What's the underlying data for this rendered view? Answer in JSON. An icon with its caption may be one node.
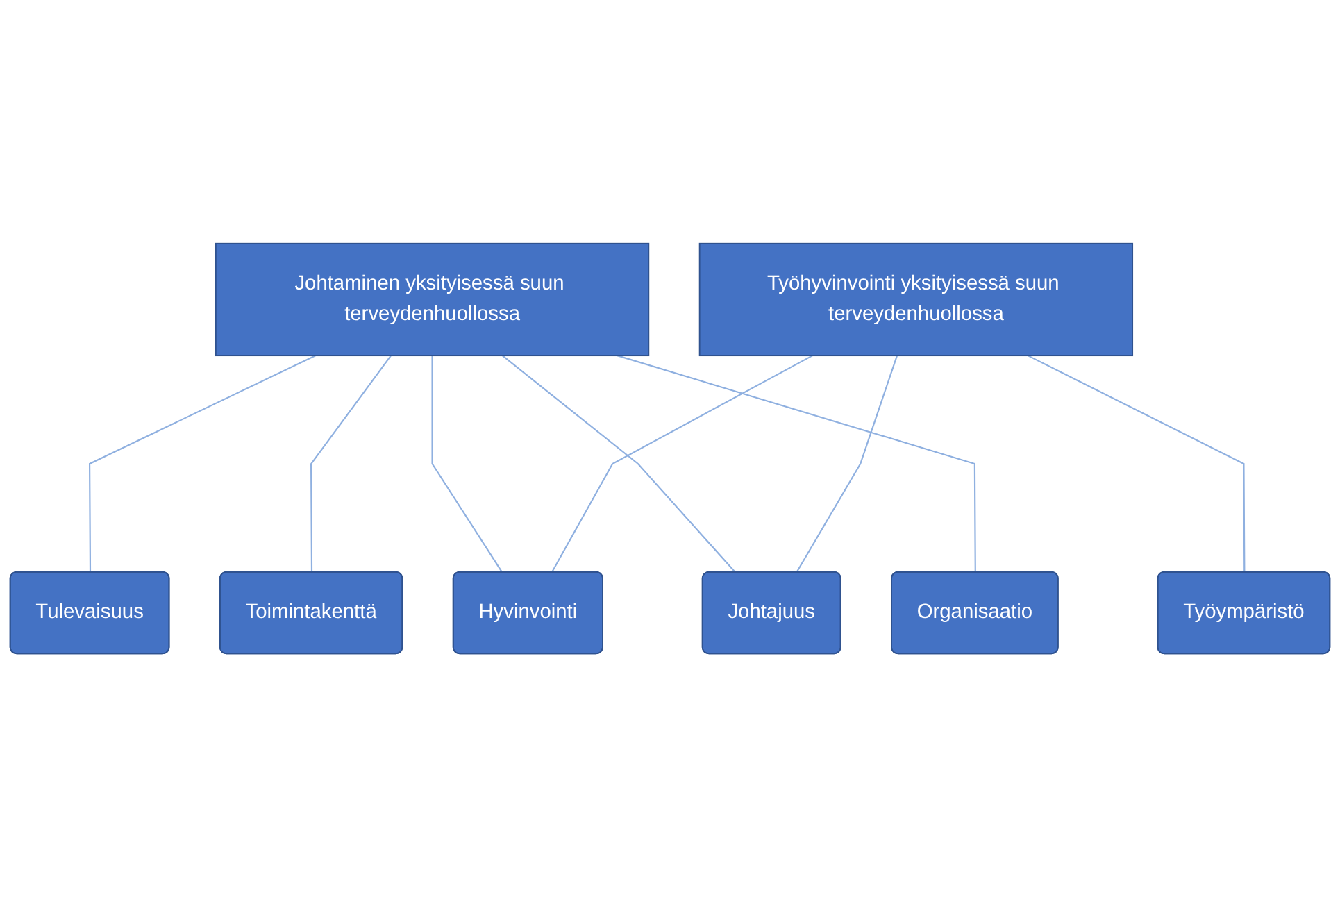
{
  "diagram": {
    "nodes": [
      {
        "text": [
          "Johtaminen yksityisessä suun terveydenhuollossa"
        ]
      },
      {
        "text": [
          "Työhyvinvointi yksityisessä suun terveydenhuollossa"
        ]
      },
      {
        "text": [
          "Organisaatio"
        ]
      },
      {
        "text": [
          "Johtajuus"
        ]
      },
      {
        "text": [
          "Hyvinvointi"
        ]
      },
      {
        "text": [
          "Työympäristö"
        ]
      },
      {
        "text": [
          "Toimintakenttä"
        ]
      },
      {
        "text": [
          "Tulevaisuus"
        ]
      }
    ],
    "edges": [
      {
        "from": 0,
        "to": 2,
        "arrow": "none"
      },
      {
        "from": 0,
        "to": 3,
        "arrow": "none"
      },
      {
        "from": 0,
        "to": 4,
        "arrow": "none"
      },
      {
        "from": 0,
        "to": 6,
        "arrow": "none"
      },
      {
        "from": 0,
        "to": 7,
        "arrow": "none"
      },
      {
        "from": 1,
        "to": 5,
        "arrow": "none"
      },
      {
        "from": 1,
        "to": 4,
        "arrow": "none"
      },
      {
        "from": 1,
        "to": 3,
        "arrow": "none"
      }
    ]
  }
}
